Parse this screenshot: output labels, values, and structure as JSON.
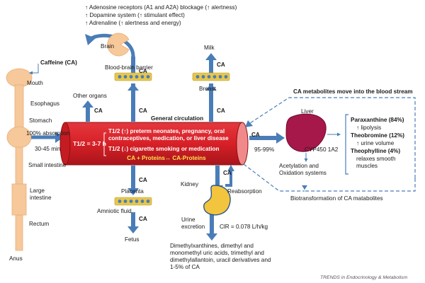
{
  "effects": {
    "adenosine": "↑ Adenosine receptors (A1 and A2A) blockage (↑ alertness)",
    "dopamine": "↑ Dopamine system (↑ stimulant effect)",
    "adrenaline": "↑ Adrenaline (↑ alertness and energy)"
  },
  "labels": {
    "brain": "Brain",
    "milk": "Milk",
    "caffeine": "Caffeine (CA)",
    "mouth": "Mouth",
    "esophagus": "Esophagus",
    "stomach": "Stomach",
    "small_intestine": "Small intestine",
    "large_intestine": "Large intestine",
    "rectum": "Rectum",
    "anus": "Anus",
    "absorption": "100% absorption",
    "absorption_time": "30-45 min",
    "other_organs": "Other organs",
    "bbb": "Blood-brain barrier",
    "breast": "Breast",
    "general_circulation": "General circulation",
    "ca": "CA",
    "placenta": "Placenta",
    "amniotic_fluid": "Amniotic fluid",
    "fetus": "Fetus",
    "kidney": "Kidney",
    "reabsorption": "Reabsorption",
    "urine_excretion": "Urine excretion",
    "clearance": "ClR = 0.078 L/h/kg",
    "metabolites_note": "CA metabolites move into the blood stream",
    "liver": "Liver",
    "pct_95": "95-99%",
    "cyp": "CYP450 1A2",
    "acetylation": "Acetylation and Oxidation systems",
    "biotransformation": "Biotransformation of CA matabolites",
    "excretion_products": "Dimethylxanthines, dimethyl and monomethyl uric acids, trimethyl and dimethylallantoin, uracil derivatives and 1-5% of CA",
    "journal": "TRENDS in Endocrinology & Metabolism"
  },
  "vessel": {
    "half_life": "T1/2 = 3-7 h",
    "increase": "T1/2 (↑) preterm neonates, pregnancy, oral contraceptives, medication, or liver disease",
    "decrease": "T1/2 (↓) cigarette smoking or medication",
    "binding": "CA + Proteins↔ CA-Proteins"
  },
  "metabolites": {
    "paraxanthine": "Paraxanthine (84%)",
    "lipolysis": "↑ lipolysis",
    "theobromine": "Theobromine (12%)",
    "urine_volume": "↑ urine volume",
    "theophylline": "Theophylline (4%)",
    "relaxes": "relaxes smooth muscles"
  },
  "colors": {
    "vessel": "#d72027",
    "vessel_text": "#ffffff",
    "binding_text": "#ffe14d",
    "arrow": "#4a7db8",
    "digestive": "#f6c89a",
    "liver": "#a6174a",
    "kidney": "#f3c43d",
    "barrier": "#e7c74b"
  }
}
